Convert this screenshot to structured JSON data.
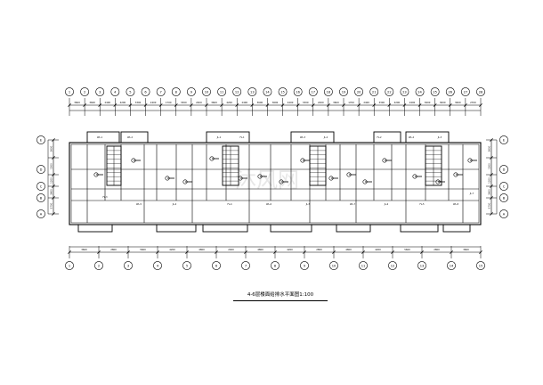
{
  "drawing": {
    "title": "4-6层楼面给排水平面图1:100",
    "watermark_text": "沐风网"
  },
  "dimensions": {
    "top_row": [
      "3600",
      "3600",
      "2400",
      "4200",
      "3300",
      "2400",
      "1700",
      "3300",
      "2400",
      "3600",
      "4200",
      "2400",
      "3600",
      "3600",
      "4200",
      "3300",
      "2400",
      "3600",
      "1700",
      "2400",
      "3300",
      "4200",
      "2400",
      "3600",
      "3600",
      "3600",
      "2700"
    ],
    "bottom_row": [
      "3600",
      "2800",
      "5600",
      "4200",
      "4800",
      "2400",
      "4800",
      "4200",
      "2800",
      "4800",
      "4200",
      "5600",
      "2800",
      "3600"
    ],
    "left_side": [
      "3600",
      "1500",
      "1200",
      "3600",
      "5700"
    ],
    "right_side": [
      "3600",
      "1500",
      "1200",
      "3600",
      "5700"
    ]
  },
  "grid_axes": {
    "top": [
      "1",
      "2",
      "3",
      "4",
      "5",
      "6",
      "7",
      "8",
      "9",
      "10",
      "11",
      "12",
      "13",
      "14",
      "15",
      "16",
      "17",
      "18",
      "19",
      "20",
      "21",
      "22",
      "23",
      "24",
      "25",
      "26",
      "27",
      "28"
    ],
    "bottom": [
      "1",
      "2",
      "3",
      "4",
      "5",
      "6",
      "7",
      "8",
      "9",
      "10",
      "11",
      "12",
      "13",
      "14",
      "15"
    ],
    "left": [
      "E",
      "D",
      "C",
      "B",
      "A"
    ],
    "right": [
      "E",
      "D",
      "C",
      "B",
      "A"
    ]
  },
  "room_tags": [
    "WL-1",
    "WL-2",
    "JL-1",
    "FL-1",
    "WL-3",
    "JL-2",
    "FL-2",
    "WL-4",
    "JL-3",
    "FL-3",
    "WL-5",
    "JL-4",
    "FL-4",
    "WL-6",
    "JL-5",
    "WL-7",
    "JL-6",
    "FL-5",
    "WL-8",
    "JL-7"
  ]
}
